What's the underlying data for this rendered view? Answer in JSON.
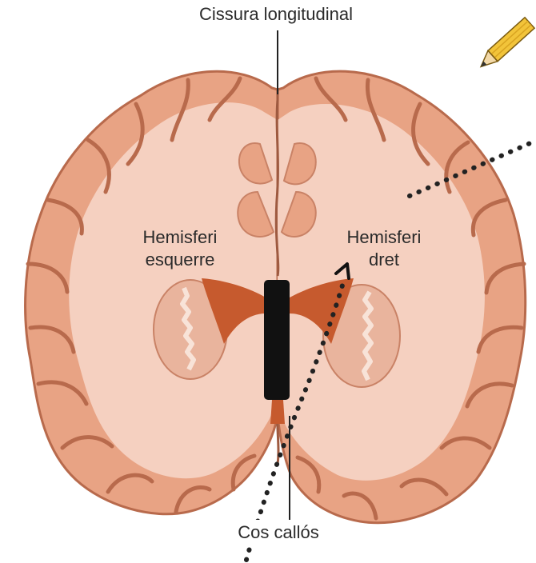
{
  "labels": {
    "longitudinal_fissure": "Cissura longitudinal",
    "left_hemisphere": [
      "Hemisferi",
      "esquerre"
    ],
    "right_hemisphere": [
      "Hemisferi",
      "dret"
    ],
    "corpus_callosum": "Cos callós"
  },
  "icons": [
    "pencil-icon",
    "hand-drawn-arrow"
  ],
  "colors": {
    "cortex": "#e8a384",
    "cortex_outline": "#b86a4c",
    "white_matter": "#f5d0c0",
    "ventricle": "#c65a2e",
    "basal_ganglia": "#e9b49d",
    "marker_bar": "#111111",
    "dotted_line": "#222222"
  }
}
